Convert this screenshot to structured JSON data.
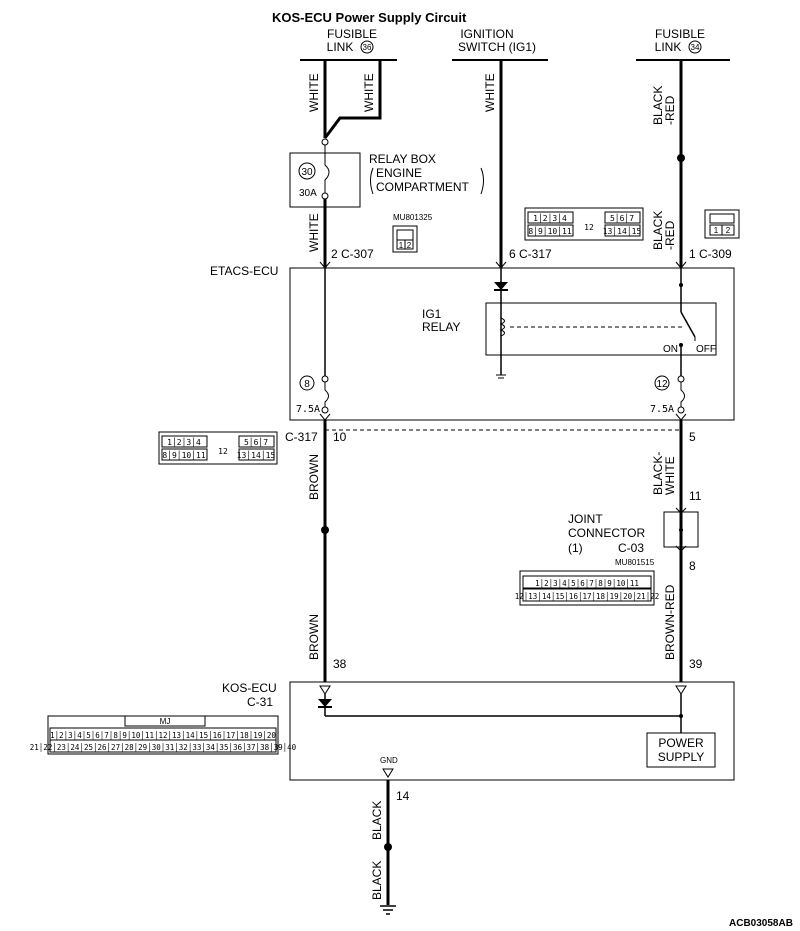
{
  "title": "KOS-ECU  Power Supply Circuit",
  "doc_id": "ACB03058AB",
  "sources": {
    "fusible_36": {
      "line1": "FUSIBLE",
      "line2": "LINK",
      "num": "36"
    },
    "ignition": {
      "line1": "IGNITION",
      "line2": "SWITCH (IG1)"
    },
    "fusible_34": {
      "line1": "FUSIBLE",
      "line2": "LINK",
      "num": "34"
    }
  },
  "wire_colors": {
    "white": "WHITE",
    "black_red_1": "BLACK",
    "black_red_2": "-RED",
    "brown": "BROWN",
    "black_white_1": "BLACK-",
    "black_white_2": "WHITE",
    "brown_red": "BROWN-RED",
    "black": "BLACK"
  },
  "relay_box": {
    "label1": "RELAY BOX",
    "label2": "ENGINE",
    "label3": "COMPARTMENT",
    "fuse_num": "30",
    "fuse_rating": "30A"
  },
  "part_codes": {
    "mu801325": "MU801325",
    "mu801515": "MU801515",
    "mj": "MJ"
  },
  "pins": {
    "c307": "2  C-307",
    "c317_top": "6  C-317",
    "c309": "1  C-309",
    "c317_bot": "C-317",
    "p10": "10",
    "p5": "5",
    "p11": "11",
    "p8": "8",
    "p38": "38",
    "p39": "39",
    "p14": "14"
  },
  "etacs": {
    "label": "ETACS-ECU",
    "relay1": "IG1",
    "relay2": "RELAY",
    "on": "ON",
    "off": "OFF",
    "fuse_left_num": "8",
    "fuse_left_rating": "7.5A",
    "fuse_right_num": "12",
    "fuse_right_rating": "7.5A"
  },
  "joint_connector": {
    "line1": "JOINT",
    "line2": "CONNECTOR",
    "line3": "(1)",
    "code": "C-03"
  },
  "kos_ecu": {
    "label": "KOS-ECU",
    "connector": "C-31",
    "power1": "POWER",
    "power2": "SUPPLY",
    "gnd": "GND"
  },
  "connector_pins": {
    "c317_row1": [
      "1",
      "2",
      "3",
      "4",
      "",
      "5",
      "6",
      "7"
    ],
    "c317_row2": [
      "8",
      "9",
      "10",
      "11",
      "12",
      "13",
      "14",
      "15"
    ],
    "c307": [
      "1",
      "2"
    ],
    "c309": [
      "1",
      "2"
    ],
    "c03_row1": [
      "1",
      "2",
      "3",
      "4",
      "5",
      "6",
      "7",
      "8",
      "9",
      "10",
      "11"
    ],
    "c03_row2": [
      "12",
      "13",
      "14",
      "15",
      "16",
      "17",
      "18",
      "19",
      "20",
      "21",
      "22"
    ],
    "c31_row1": [
      "1",
      "2",
      "3",
      "4",
      "5",
      "6",
      "7",
      "8",
      "9",
      "10",
      "11",
      "12",
      "13",
      "14",
      "15",
      "16",
      "17",
      "18",
      "19",
      "20"
    ],
    "c31_row2": [
      "21",
      "22",
      "23",
      "24",
      "25",
      "26",
      "27",
      "28",
      "29",
      "30",
      "31",
      "32",
      "33",
      "34",
      "35",
      "36",
      "37",
      "38",
      "39",
      "40"
    ]
  }
}
